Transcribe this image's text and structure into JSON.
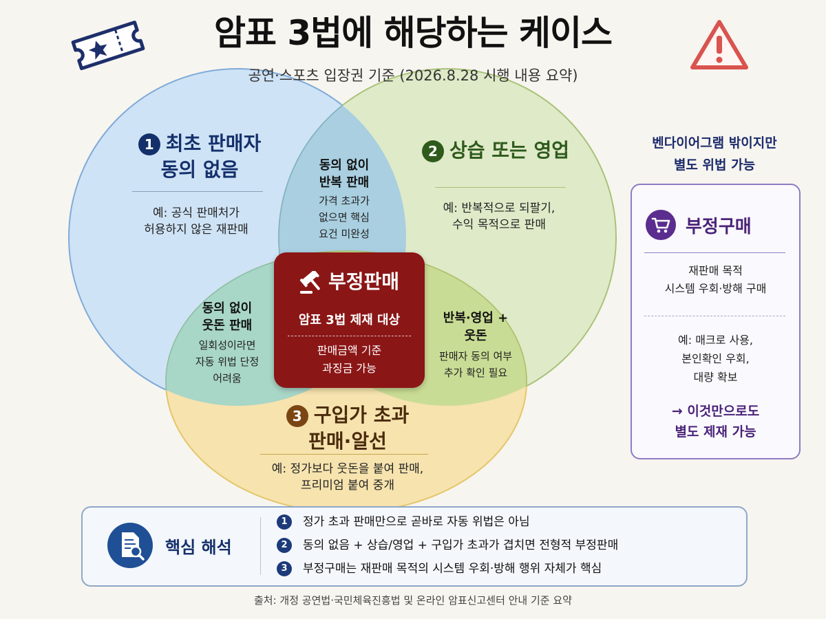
{
  "header": {
    "title": "암표 3법에 해당하는 케이스",
    "subtitle": "공연·스포츠 입장권 기준 (2026.8.28 시행 내용 요약)"
  },
  "colors": {
    "set1_fill": "#cfe3f6",
    "set1_stroke": "#7eaad8",
    "set1_num": "#14306b",
    "set2_fill": "#dfeac8",
    "set2_stroke": "#a9c27a",
    "set2_num": "#2e5a1c",
    "set3_fill": "#f6e3ae",
    "set3_stroke": "#e5c56a",
    "set3_num": "#7a4513",
    "core": "#8b1616",
    "purple": "#5b2d8e"
  },
  "venn": {
    "set1": {
      "number": "1",
      "title_line1": "최초 판매자",
      "title_line2": "동의 없음",
      "desc_line1": "예: 공식 판매처가",
      "desc_line2": "허용하지 않은 재판매"
    },
    "set2": {
      "number": "2",
      "title": "상습 또는 영업",
      "desc_line1": "예: 반복적으로 되팔기,",
      "desc_line2": "수익 목적으로 판매"
    },
    "set3": {
      "number": "3",
      "title_line1": "구입가 초과",
      "title_line2": "판매·알선",
      "desc_line1": "예: 정가보다 웃돈을 붙여 판매,",
      "desc_line2": "프리미엄 붙여 중개"
    },
    "overlap12": {
      "title_line1": "동의 없이",
      "title_line2": "반복 판매",
      "desc_line1": "가격 초과가",
      "desc_line2": "없으면 핵심",
      "desc_line3": "요건 미완성"
    },
    "overlap13": {
      "title_line1": "동의 없이",
      "title_line2": "웃돈 판매",
      "desc_line1": "일회성이라면",
      "desc_line2": "자동 위법 단정",
      "desc_line3": "어려움"
    },
    "overlap23": {
      "title_line1": "반복·영업 +",
      "title_line2": "웃돈",
      "desc_line1": "판매자 동의 여부",
      "desc_line2": "추가 확인 필요"
    },
    "core": {
      "title": "부정판매",
      "sub": "암표 3법 제재 대상",
      "desc_line1": "판매금액 기준",
      "desc_line2": "과징금 가능"
    }
  },
  "side": {
    "heading_line1": "벤다이어그램 밖이지만",
    "heading_line2": "별도 위법 가능",
    "box_title": "부정구매",
    "desc_line1": "재판매 목적",
    "desc_line2": "시스템 우회·방해 구매",
    "example_line1": "예: 매크로 사용,",
    "example_line2": "본인확인 우회,",
    "example_line3": "대량 확보",
    "conclusion_line1": "→ 이것만으로도",
    "conclusion_line2": "별도 제재 가능"
  },
  "key_points": {
    "label": "핵심 해석",
    "items": [
      {
        "num": "1",
        "text": "정가 초과 판매만으로 곧바로 자동 위법은 아님"
      },
      {
        "num": "2",
        "text": "동의 없음 + 상습/영업 + 구입가 초과가 겹치면 전형적 부정판매"
      },
      {
        "num": "3",
        "text": "부정구매는 재판매 목적의 시스템 우회·방해 행위 자체가 핵심"
      }
    ]
  },
  "footer": {
    "source": "출처: 개정 공연법·국민체육진흥법 및 온라인 암표신고센터 안내 기준 요약"
  },
  "icons": {
    "ticket": "ticket-icon",
    "warning": "warning-icon",
    "gavel": "gavel-icon",
    "cart": "cart-icon",
    "document": "document-search-icon"
  }
}
